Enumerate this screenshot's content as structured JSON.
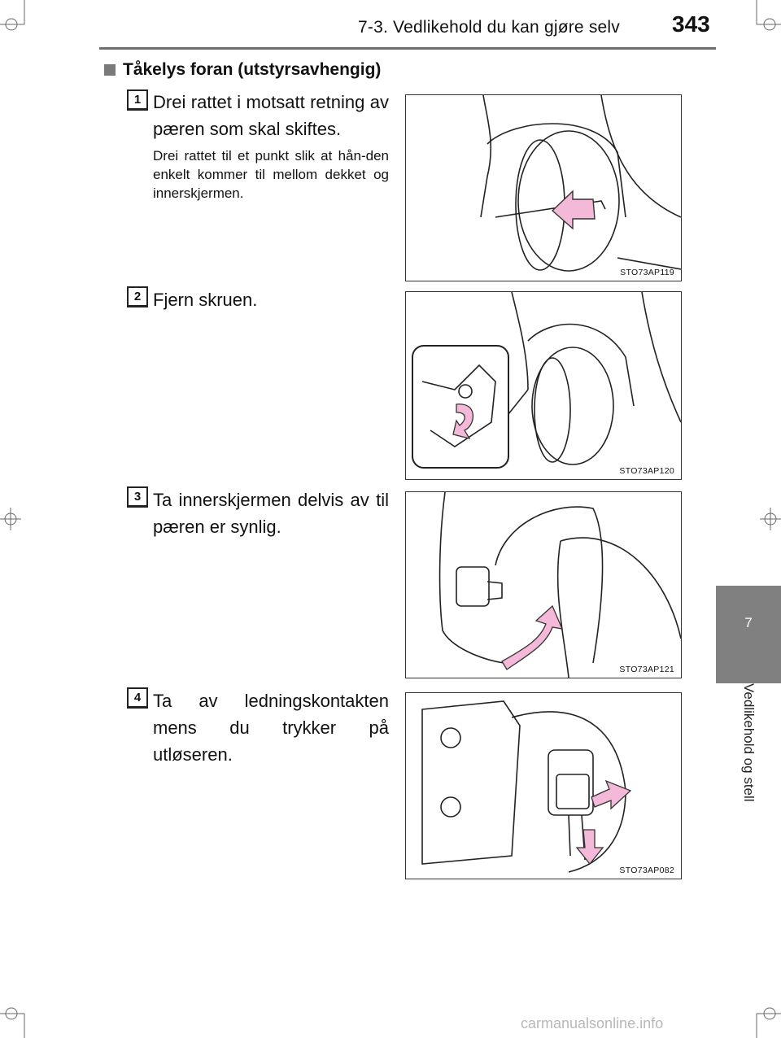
{
  "header": {
    "section_title": "7-3. Vedlikehold du kan gjøre selv",
    "page_number": "343"
  },
  "section_heading": "Tåkelys foran (utstyrsavhengig)",
  "steps": [
    {
      "number": "1",
      "main_text": "Drei rattet i motsatt retning av pæren som skal skiftes.",
      "sub_text": "Drei rattet til et punkt slik at hån-den enkelt kommer til mellom dekket og innerskjermen.",
      "figure_code": "STO73AP119"
    },
    {
      "number": "2",
      "main_text": "Fjern skruen.",
      "sub_text": "",
      "figure_code": "STO73AP120"
    },
    {
      "number": "3",
      "main_text": "Ta innerskjermen delvis av til pæren er synlig.",
      "sub_text": "",
      "figure_code": "STO73AP121"
    },
    {
      "number": "4",
      "main_text": "Ta av ledningskontakten mens du trykker på utløseren.",
      "sub_text": "",
      "figure_code": "STO73AP082"
    }
  ],
  "side_tab": {
    "chapter_number": "7",
    "chapter_label": "Vedlikehold og stell"
  },
  "watermark": "carmanualsonline.info",
  "colors": {
    "arrow_fill": "#f4b8d8",
    "tab_gray": "#808080",
    "rule_gray": "#6e6e6e"
  }
}
